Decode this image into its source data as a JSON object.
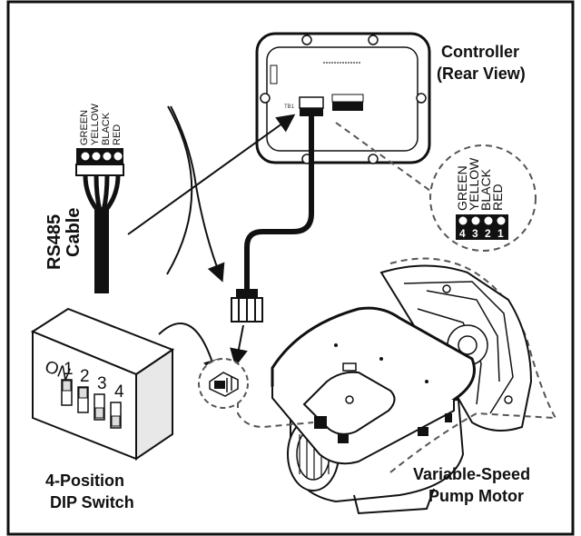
{
  "labels": {
    "controller_line1": "Controller",
    "controller_line2": "(Rear View)",
    "cable_line1": "RS485",
    "cable_line2": "Cable",
    "dip_line1": "4-Position",
    "dip_line2": "DIP Switch",
    "motor_line1": "Variable-Speed",
    "motor_line2": "Pump Motor"
  },
  "cable_wires": [
    "GREEN",
    "YELLOW",
    "BLACK",
    "RED"
  ],
  "detail_wires": [
    "GREEN",
    "YELLOW",
    "BLACK",
    "RED"
  ],
  "detail_pins": [
    "4",
    "3",
    "2",
    "1"
  ],
  "dip_switch": {
    "on_label": "ON",
    "positions": [
      "1",
      "2",
      "3",
      "4"
    ]
  },
  "controller_port_label": "TB1",
  "colors": {
    "line": "#111111",
    "fill": "#ffffff",
    "shade": "#e8e8e8"
  }
}
